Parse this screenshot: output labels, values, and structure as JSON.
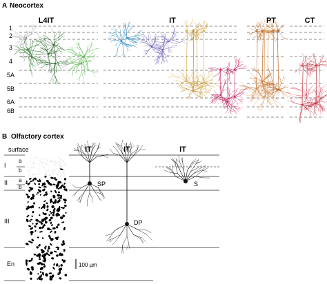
{
  "panel_a": {
    "letter": "A",
    "title": "Neocortex",
    "groups": [
      "L4IT",
      "IT",
      "PT",
      "CT"
    ],
    "layers": [
      "1",
      "2",
      "3",
      "4",
      "5A",
      "5B",
      "6A",
      "6B"
    ],
    "colors": {
      "l4it": [
        "#3b7a3b",
        "#2f6a2f",
        "#55b84a"
      ],
      "it": [
        "#3a8fc4",
        "#6a5aa8",
        "#7a6ac0",
        "#d8b460",
        "#c08a30",
        "#c8306a"
      ],
      "pt": [
        "#c9824a",
        "#b8682a",
        "#e0a060"
      ],
      "ct": [
        "#c0303a",
        "#e07080"
      ]
    }
  },
  "panel_b": {
    "letter": "B",
    "title": "Olfactory  cortex",
    "headers": [
      "IT",
      "IT",
      "IT"
    ],
    "layer_labels": [
      "surface",
      "I",
      "a",
      "b",
      "II",
      "a",
      "b",
      "III",
      "En"
    ],
    "cell_labels": [
      "SP",
      "DP",
      "S"
    ],
    "scale_bar": "100 µm"
  }
}
